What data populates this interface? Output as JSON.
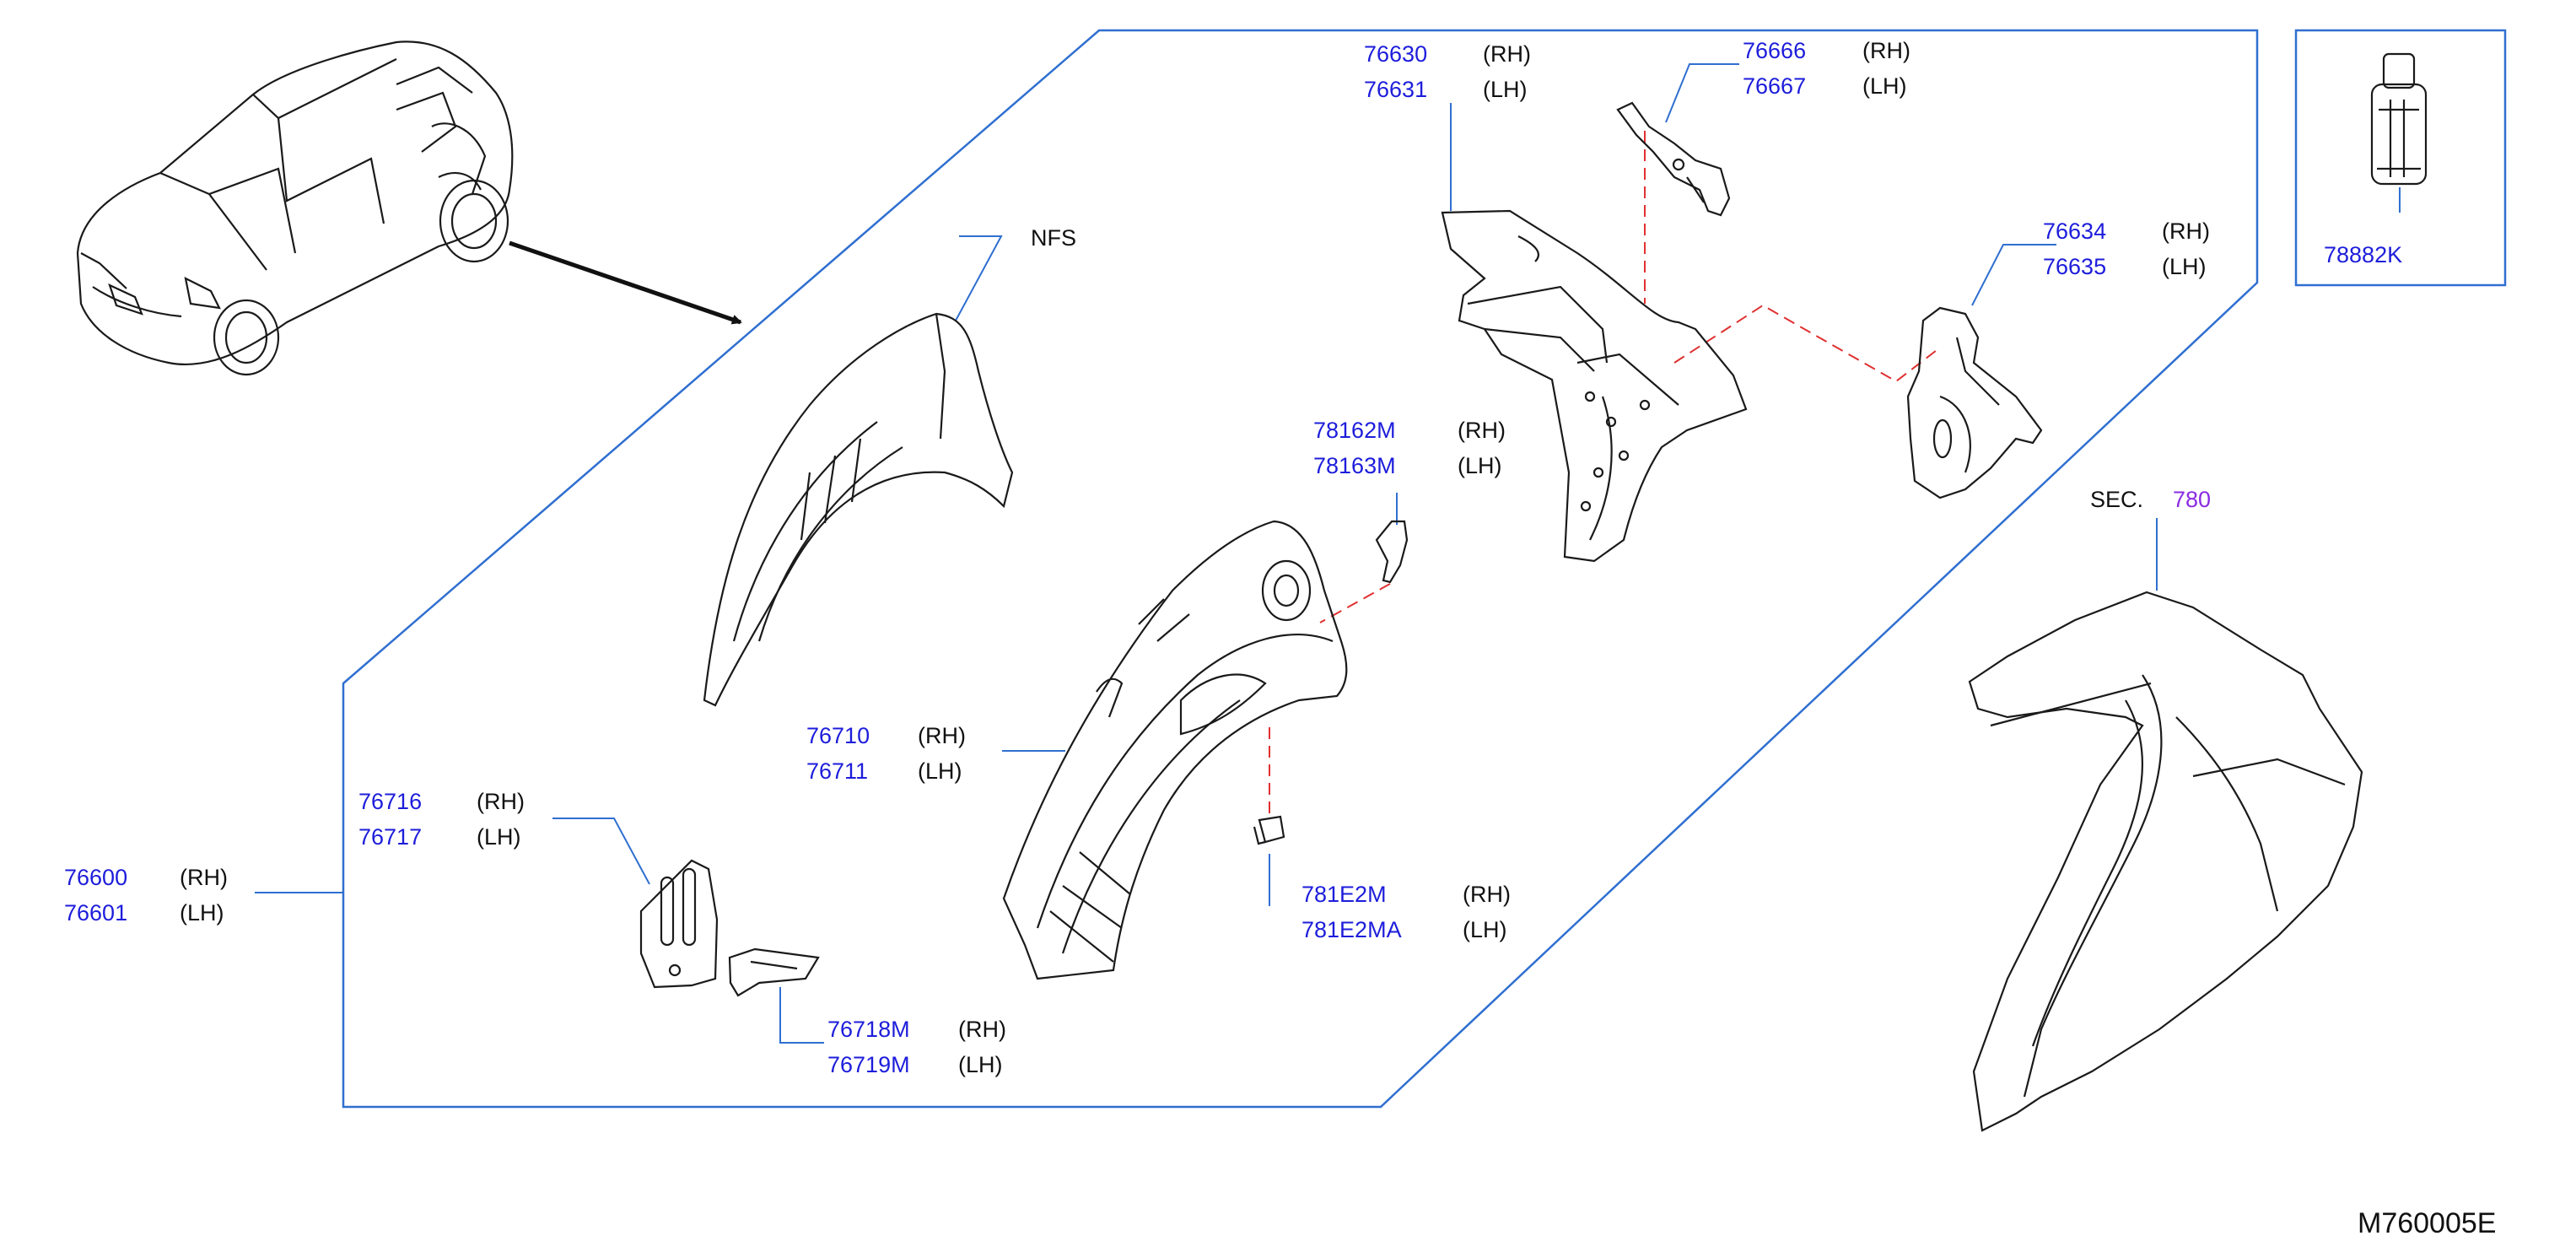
{
  "colors": {
    "part_number": "#1d1ddb",
    "section_ref": "#8a2be2",
    "frame_line": "#2f6fd0",
    "dashed_link": "#e03030",
    "drawing": "#1a1a1a"
  },
  "callouts": {
    "c76630": {
      "pn1": "76630",
      "side1": "(RH)",
      "pn2": "76631",
      "side2": "(LH)"
    },
    "c76666": {
      "pn1": "76666",
      "side1": "(RH)",
      "pn2": "76667",
      "side2": "(LH)"
    },
    "c76634": {
      "pn1": "76634",
      "side1": "(RH)",
      "pn2": "76635",
      "side2": "(LH)"
    },
    "c78162": {
      "pn1": "78162M",
      "side1": "(RH)",
      "pn2": "78163M",
      "side2": "(LH)"
    },
    "c76710": {
      "pn1": "76710",
      "side1": "(RH)",
      "pn2": "76711",
      "side2": "(LH)"
    },
    "c76716": {
      "pn1": "76716",
      "side1": "(RH)",
      "pn2": "76717",
      "side2": "(LH)"
    },
    "c76600": {
      "pn1": "76600",
      "side1": "(RH)",
      "pn2": "76601",
      "side2": "(LH)"
    },
    "c781e2": {
      "pn1": "781E2M",
      "side1": "(RH)",
      "pn2": "781E2MA",
      "side2": "(LH)"
    },
    "c76718": {
      "pn1": "76718M",
      "side1": "(RH)",
      "pn2": "76719M",
      "side2": "(LH)"
    }
  },
  "single_labels": {
    "nfs": "NFS",
    "p78882k": "78882K",
    "sec_prefix": "SEC.",
    "sec_number": "780",
    "diagram_code": "M760005E"
  },
  "icons": {
    "vehicle": "car-rear-three-quarter-icon",
    "pointer": "arrow-right-down-icon"
  }
}
